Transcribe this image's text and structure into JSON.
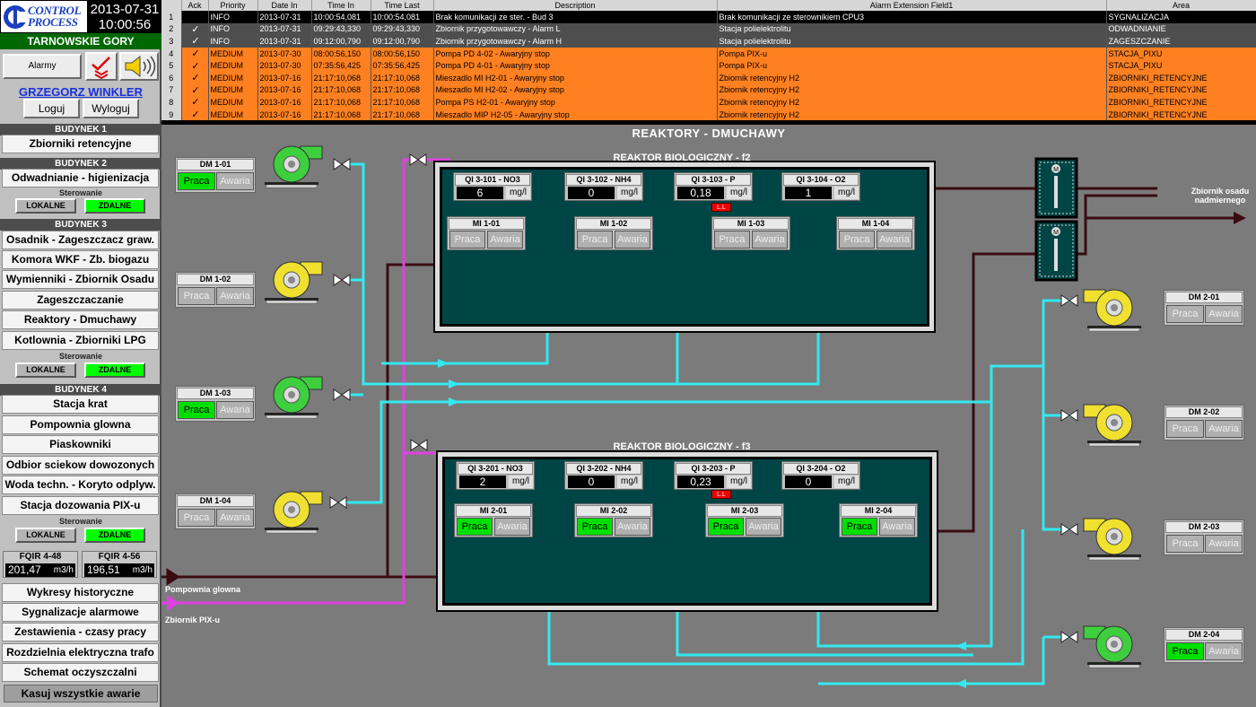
{
  "header": {
    "logo_line1": "CONTROL",
    "logo_line2": "PROCESS",
    "date": "2013-07-31",
    "time": "10:00:56",
    "site": "TARNOWSKIE GORY"
  },
  "left": {
    "alarmy": "Alarmy",
    "user": "GRZEGORZ WINKLER",
    "login": "Loguj",
    "logout": "Wyloguj",
    "b1": "BUDYNEK 1",
    "b1_items": [
      "Zbiorniki retencyjne"
    ],
    "b2": "BUDYNEK 2",
    "b2_items": [
      "Odwadnianie - higienizacja"
    ],
    "sterowanie": "Sterowanie",
    "lokalne": "LOKALNE",
    "zdalne": "ZDALNE",
    "b3": "BUDYNEK 3",
    "b3_items": [
      "Osadnik - Zageszczacz graw.",
      "Komora WKF - Zb. biogazu",
      "Wymienniki - Zbiornik Osadu",
      "Zageszczaczanie",
      "Reaktory - Dmuchawy",
      "Kotlownia - Zbiorniki LPG"
    ],
    "b4": "BUDYNEK 4",
    "b4_items": [
      "Stacja krat",
      "Pompownia glowna",
      "Piaskowniki",
      "Odbior sciekow dowozonych",
      "Woda techn. - Koryto odplyw.",
      "Stacja dozowania PIX-u"
    ],
    "fqir": [
      {
        "name": "FQIR 4-48",
        "value": "201,47",
        "unit": "m3/h"
      },
      {
        "name": "FQIR 4-56",
        "value": "196,51",
        "unit": "m3/h"
      }
    ],
    "bottom_items": [
      "Wykresy historyczne",
      "Sygnalizacje alarmowe",
      "Zestawienia - czasy pracy",
      "Rozdzielnia elektryczna trafo",
      "Schemat oczyszczalni"
    ],
    "kasuj": "Kasuj wszystkie awarie"
  },
  "alarms": {
    "columns": [
      "",
      "Ack",
      "Priority",
      "Date In",
      "Time In",
      "Time Last",
      "Description",
      "Alarm Extension Field1",
      "Area"
    ],
    "rows": [
      [
        "1",
        "",
        "INFO",
        "2013-07-31",
        "10:00:54,081",
        "10:00:54,081",
        "Brak komunikacji ze ster. - Bud 3",
        "Brak komunikacji ze sterownikiem CPU3",
        "SYGNALIZACJA"
      ],
      [
        "2",
        "✓",
        "INFO",
        "2013-07-31",
        "09:29:43,330",
        "09:29:43,330",
        "Zbiornik przygotowawczy - Alarm L",
        "Stacja polielektrolitu",
        "ODWADNIANIE"
      ],
      [
        "3",
        "✓",
        "INFO",
        "2013-07-31",
        "09:12:00,790",
        "09:12:00,790",
        "Zbiornik przygotowawczy - Alarm H",
        "Stacja polielektrolitu",
        "ZAGESZCZANIE"
      ],
      [
        "4",
        "✓",
        "MEDIUM",
        "2013-07-30",
        "08:00:56,150",
        "08:00:56,150",
        "Pompa PD 4-02 - Awaryjny stop",
        "Pompa PIX-u",
        "STACJA_PIXU"
      ],
      [
        "5",
        "✓",
        "MEDIUM",
        "2013-07-30",
        "07:35:56,425",
        "07:35:56,425",
        "Pompa PD 4-01 - Awaryjny stop",
        "Pompa PIX-u",
        "STACJA_PIXU"
      ],
      [
        "6",
        "✓",
        "MEDIUM",
        "2013-07-16",
        "21:17:10,068",
        "21:17:10,068",
        "Mieszadlo MI H2-01 - Awaryjny stop",
        "Zbiornik retencyjny H2",
        "ZBIORNIKI_RETENCYJNE"
      ],
      [
        "7",
        "✓",
        "MEDIUM",
        "2013-07-16",
        "21:17:10,068",
        "21:17:10,068",
        "Mieszadlo MI H2-02 - Awaryjny stop",
        "Zbiornik retencyjny H2",
        "ZBIORNIKI_RETENCYJNE"
      ],
      [
        "8",
        "✓",
        "MEDIUM",
        "2013-07-16",
        "21:17:10,068",
        "21:17:10,068",
        "Pompa PS H2-01 - Awaryjny stop",
        "Zbiornik retencyjny H2",
        "ZBIORNIKI_RETENCYJNE"
      ],
      [
        "9",
        "✓",
        "MEDIUM",
        "2013-07-16",
        "21:17:10,068",
        "21:17:10,068",
        "Mieszadlo MIP H2-05 - Awaryjny stop",
        "Zbiornik retencyjny H2",
        "ZBIORNIKI_RETENCYJNE"
      ]
    ]
  },
  "process": {
    "title": "REAKTORY - DMUCHAWY",
    "r2": {
      "title": "REAKTOR BIOLOGICZNY - f2",
      "qi": [
        {
          "name": "QI 3-101 - NO3",
          "value": "6",
          "unit": "mg/l"
        },
        {
          "name": "QI 3-102 - NH4",
          "value": "0",
          "unit": "mg/l"
        },
        {
          "name": "QI 3-103 - P",
          "value": "0,18",
          "unit": "mg/l"
        },
        {
          "name": "QI 3-104 - O2",
          "value": "1",
          "unit": "mg/l"
        }
      ],
      "mi": [
        {
          "name": "MI 1-01",
          "state": "off"
        },
        {
          "name": "MI 1-02",
          "state": "off"
        },
        {
          "name": "MI 1-03",
          "state": "off"
        },
        {
          "name": "MI 1-04",
          "state": "off"
        }
      ]
    },
    "r3": {
      "title": "REAKTOR BIOLOGICZNY - f3",
      "qi": [
        {
          "name": "QI 3-201 - NO3",
          "value": "2",
          "unit": "mg/l"
        },
        {
          "name": "QI 3-202 - NH4",
          "value": "0",
          "unit": "mg/l"
        },
        {
          "name": "QI 3-203 - P",
          "value": "0,23",
          "unit": "mg/l"
        },
        {
          "name": "QI 3-204 - O2",
          "value": "0",
          "unit": "mg/l"
        }
      ],
      "mi": [
        {
          "name": "MI 2-01",
          "state": "on"
        },
        {
          "name": "MI 2-02",
          "state": "on"
        },
        {
          "name": "MI 2-03",
          "state": "on"
        },
        {
          "name": "MI 2-04",
          "state": "on"
        }
      ]
    },
    "ll": "L.L",
    "praca": "Praca",
    "awaria": "Awaria",
    "dm_left": [
      {
        "name": "DM 1-01",
        "state": "on",
        "pump": "green"
      },
      {
        "name": "DM 1-02",
        "state": "off",
        "pump": "yellow"
      },
      {
        "name": "DM 1-03",
        "state": "on",
        "pump": "green"
      },
      {
        "name": "DM 1-04",
        "state": "off",
        "pump": "yellow"
      }
    ],
    "dm_right": [
      {
        "name": "DM 2-01",
        "state": "off",
        "pump": "yellow"
      },
      {
        "name": "DM 2-02",
        "state": "off",
        "pump": "yellow"
      },
      {
        "name": "DM 2-03",
        "state": "off",
        "pump": "yellow"
      },
      {
        "name": "DM 2-04",
        "state": "on",
        "pump": "green"
      }
    ],
    "pompownia": "Pompownia glowna",
    "pix": "Zbiornik PIX-u",
    "osad": "Zbiornik osadu nadmiernego",
    "m": "M"
  },
  "colors": {
    "tank": "#004545",
    "air": "#33e8f0",
    "pix": "#e040e0",
    "sludge": "#3a0c12",
    "praca_on": "#00e000",
    "alarm_medium": "#ff8020"
  }
}
